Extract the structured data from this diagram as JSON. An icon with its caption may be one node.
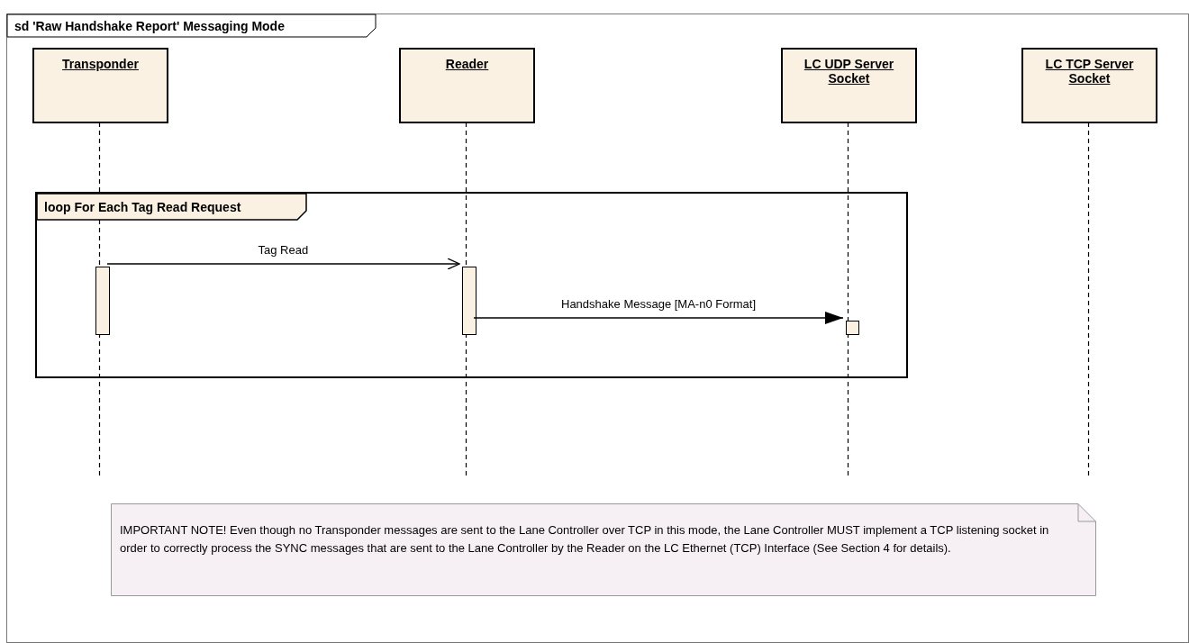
{
  "diagram": {
    "nodes": [
      {
        "text": [
          "sd 'Raw Handshake Report' Messaging Mode"
        ]
      },
      {
        "text": [
          "Transponder"
        ],
        "in": 0
      },
      {
        "text": [
          "Reader"
        ],
        "in": 0
      },
      {
        "text": [
          "LC UDP Server Socket"
        ],
        "in": 0
      },
      {
        "text": [
          "LC TCP Server Socket"
        ],
        "in": 0
      },
      {
        "text": [
          "loop For Each Tag Read Request"
        ],
        "in": 0
      },
      {
        "text": [],
        "shape": "bar",
        "in": 5
      },
      {
        "text": [],
        "shape": "bar",
        "in": 5
      },
      {
        "text": [],
        "shape": "bar",
        "in": 5
      },
      {
        "text": [
          "IMPORTANT NOTE!  Even though no Transponder messages are sent to the Lane Controller over TCP in this mode, the Lane Controller MUST implement a TCP listening socket in order to correctly process the SYNC messages that are sent to the Lane Controller by the Reader on the LC Ethernet (TCP) Interface (See Section 4 for details)."
        ],
        "in": 0
      }
    ],
    "edges": [
      {
        "from": 6,
        "to": 7,
        "arrow": "to",
        "label": "Tag Read"
      },
      {
        "from": 7,
        "to": 8,
        "arrow": "to",
        "label": "Handshake Message [MA-n0 Format]"
      }
    ]
  }
}
